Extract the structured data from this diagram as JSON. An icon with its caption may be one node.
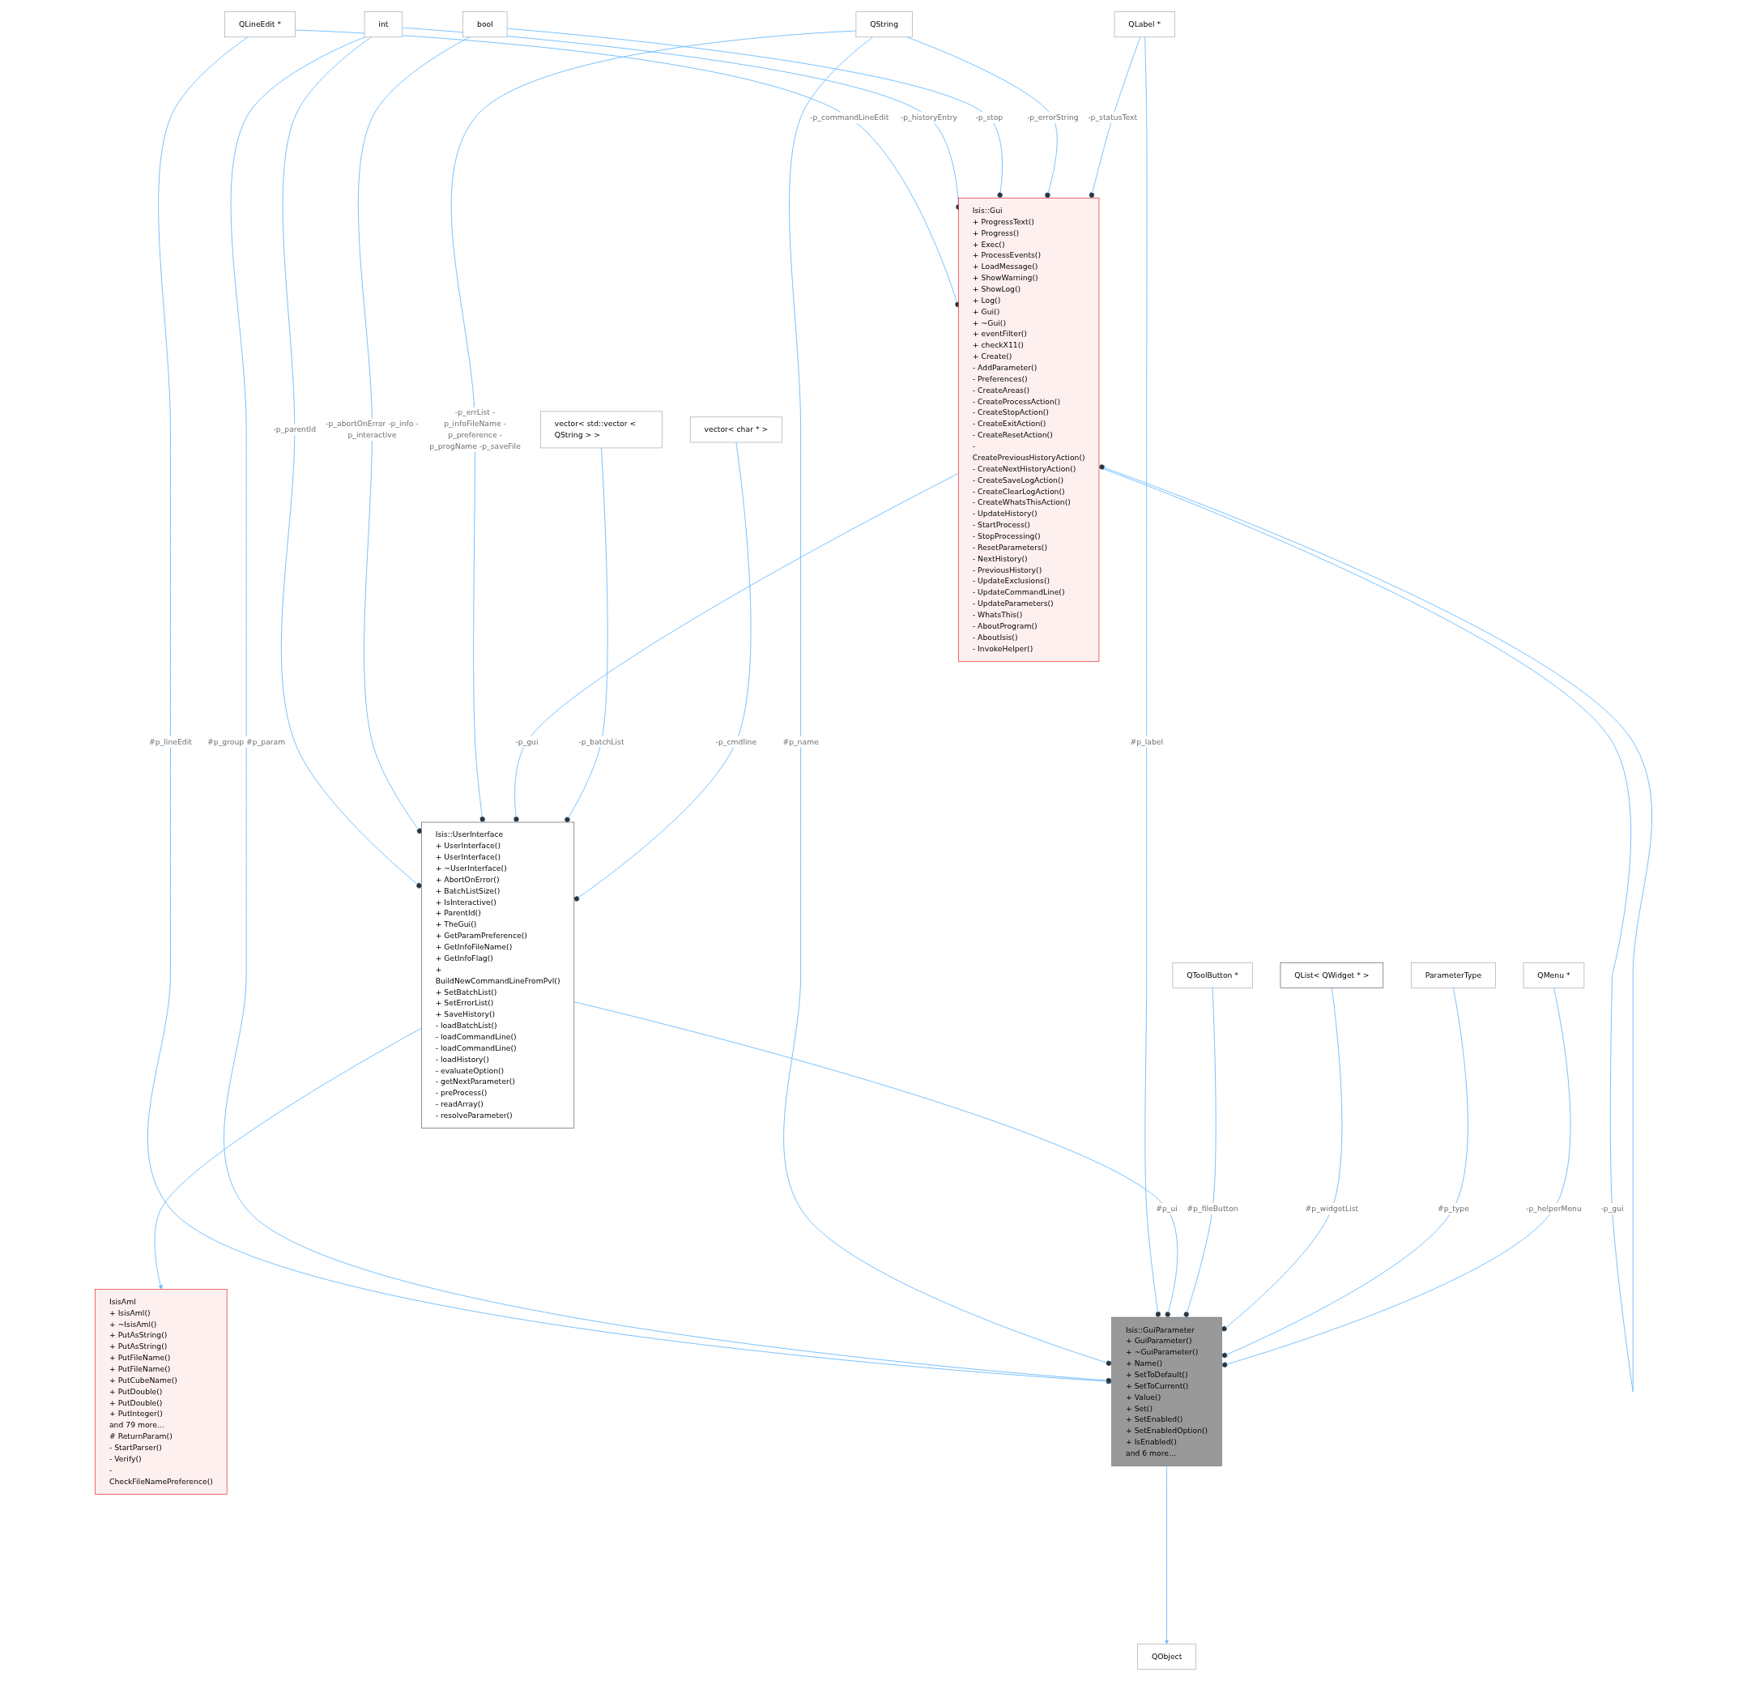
{
  "diagram": {
    "nodes": [
      {
        "text": [
          "QLineEdit *"
        ]
      },
      {
        "text": [
          "int"
        ]
      },
      {
        "text": [
          "bool"
        ]
      },
      {
        "text": [
          "QString"
        ]
      },
      {
        "text": [
          "QLabel *"
        ]
      },
      {
        "text": [
          "Isis::Gui",
          "+ ProgressText()",
          "+ Progress()",
          "+ Exec()",
          "+ ProcessEvents()",
          "+ LoadMessage()",
          "+ ShowWarning()",
          "+ ShowLog()",
          "+ Log()",
          "+ Gui()",
          "+ ~Gui()",
          "+ eventFilter()",
          "+ checkX11()",
          "+ Create()",
          "- AddParameter()",
          "- Preferences()",
          "- CreateAreas()",
          "- CreateProcessAction()",
          "- CreateStopAction()",
          "- CreateExitAction()",
          "- CreateResetAction()",
          "- CreatePreviousHistoryAction()",
          "- CreateNextHistoryAction()",
          "- CreateSaveLogAction()",
          "- CreateClearLogAction()",
          "- CreateWhatsThisAction()",
          "- UpdateHistory()",
          "- StartProcess()",
          "- StopProcessing()",
          "- ResetParameters()",
          "- NextHistory()",
          "- PreviousHistory()",
          "- UpdateExclusions()",
          "- UpdateCommandLine()",
          "- UpdateParameters()",
          "- WhatsThis()",
          "- AboutProgram()",
          "- AboutIsis()",
          "- InvokeHelper()"
        ]
      },
      {
        "text": [
          "IsisAml",
          "+ IsisAml()",
          "+ ~IsisAml()",
          "+ PutAsString()",
          "+ PutAsString()",
          "+ PutFileName()",
          "+ PutFileName()",
          "+ PutCubeName()",
          "+ PutDouble()",
          "+ PutDouble()",
          "+ PutInteger()",
          "and 79 more...",
          "# ReturnParam()",
          "- StartParser()",
          "- Verify()",
          "- CheckFileNamePreference()"
        ]
      },
      {
        "text": [
          "vector< std::vector < QString > >"
        ]
      },
      {
        "text": [
          "vector< char * >"
        ]
      },
      {
        "text": [
          "Isis::UserInterface",
          "+ UserInterface()",
          "+ UserInterface()",
          "+ ~UserInterface()",
          "+ AbortOnError()",
          "+ BatchListSize()",
          "+ IsInteractive()",
          "+ ParentId()",
          "+ TheGui()",
          "+ GetParamPreference()",
          "+ GetInfoFileName()",
          "+ GetInfoFlag()",
          "+ BuildNewCommandLineFromPvl()",
          "+ SetBatchList()",
          "+ SetErrorList()",
          "+ SaveHistory()",
          "- loadBatchList()",
          "- loadCommandLine()",
          "- loadCommandLine()",
          "- loadHistory()",
          "- evaluateOption()",
          "- getNextParameter()",
          "- preProcess()",
          "- readArray()",
          "- resolveParameter()"
        ]
      },
      {
        "text": [
          "QObject"
        ]
      },
      {
        "text": [
          "QToolButton *"
        ]
      },
      {
        "text": [
          "QList< QWidget * >"
        ]
      },
      {
        "text": [
          "ParameterType"
        ]
      },
      {
        "text": [
          "QMenu *"
        ]
      },
      {
        "text": [
          "Isis::GuiParameter",
          "+ GuiParameter()",
          "+ ~GuiParameter()",
          "+ Name()",
          "+ SetToDefault()",
          "+ SetToCurrent()",
          "+ Value()",
          "+ Set()",
          "+ SetEnabled()",
          "+ SetEnabledOption()",
          "+ IsEnabled()",
          "and 6 more..."
        ]
      }
    ],
    "edges": [
      {
        "from": 0,
        "to": 5,
        "arrow": "other",
        "label": "-p_commandLineEdit"
      },
      {
        "from": 0,
        "to": 15,
        "arrow": "other",
        "label": "#p_lineEdit"
      },
      {
        "from": 1,
        "to": 5,
        "arrow": "other",
        "label": "-p_historyEntry"
      },
      {
        "from": 1,
        "to": 9,
        "arrow": "other",
        "label": "-p_parentId"
      },
      {
        "from": 1,
        "to": 15,
        "arrow": "other",
        "label": "#p_group #p_param"
      },
      {
        "from": 2,
        "to": 5,
        "arrow": "other",
        "label": "-p_stop"
      },
      {
        "from": 2,
        "to": 9,
        "arrow": "other",
        "label": "-p_abortOnError -p_info -p_interactive"
      },
      {
        "from": 3,
        "to": 5,
        "arrow": "other",
        "label": "-p_errorString"
      },
      {
        "from": 3,
        "to": 9,
        "arrow": "other",
        "label": "-p_errList -p_infoFileName -p_preference -p_progName -p_saveFile"
      },
      {
        "from": 3,
        "to": 15,
        "arrow": "other",
        "label": "#p_name"
      },
      {
        "from": 4,
        "to": 5,
        "arrow": "other",
        "label": "-p_statusText"
      },
      {
        "from": 4,
        "to": 15,
        "arrow": "other",
        "label": "#p_label"
      },
      {
        "from": 5,
        "to": 5,
        "arrow": "other",
        "label": "-p_gui"
      },
      {
        "from": 5,
        "to": 9,
        "arrow": "other",
        "label": "-p_gui"
      },
      {
        "from": 9,
        "to": 6,
        "arrow": "to"
      },
      {
        "from": 7,
        "to": 9,
        "arrow": "other",
        "label": "-p_batchList"
      },
      {
        "from": 8,
        "to": 9,
        "arrow": "other",
        "label": "-p_cmdline"
      },
      {
        "from": 9,
        "to": 15,
        "arrow": "other",
        "label": "#p_ui"
      },
      {
        "from": 15,
        "to": 10,
        "arrow": "to"
      },
      {
        "from": 11,
        "to": 15,
        "arrow": "other",
        "label": "#p_fileButton"
      },
      {
        "from": 12,
        "to": 15,
        "arrow": "other",
        "label": "#p_widgetList"
      },
      {
        "from": 13,
        "to": 15,
        "arrow": "other",
        "label": "#p_type"
      },
      {
        "from": 14,
        "to": 15,
        "arrow": "other",
        "label": "-p_helperMenu"
      }
    ]
  }
}
